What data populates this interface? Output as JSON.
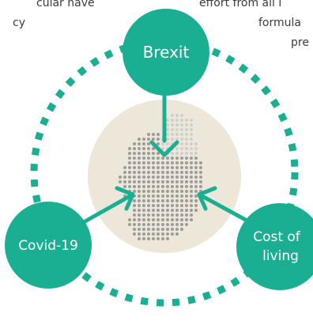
{
  "text_fragments": {
    "top_left_line1": "cular have",
    "top_left_line2": "cy",
    "top_right_line1": "effort from all i",
    "top_right_line2": "formula",
    "top_right_line3": "pre"
  },
  "diagram": {
    "nodes": {
      "top": {
        "label": "Brexit"
      },
      "left": {
        "label": "Covid-19"
      },
      "right": {
        "label_line1": "Cost of",
        "label_line2": "living"
      }
    },
    "colors": {
      "node": "#1aaf93",
      "arrow": "#1aaf93",
      "dashed_ring": "#1aaf93",
      "center_disc": "#ece7d8",
      "map_dots": "#9b9b9b",
      "map_dots_faint": "#cfcfcf"
    },
    "center_icon": "ireland-dot-map"
  }
}
